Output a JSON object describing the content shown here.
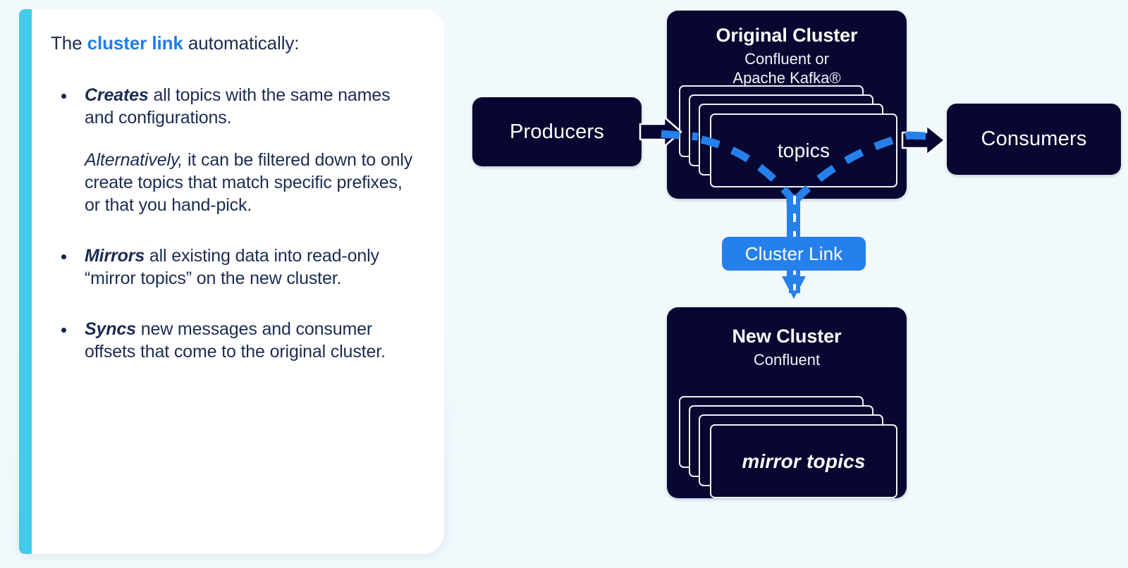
{
  "colors": {
    "background": "#f1f9fd",
    "card_background": "#ffffff",
    "accent_bar": "#44cbe9",
    "text_navy": "#1b2c52",
    "highlight_blue": "#1f7ced",
    "box_navy": "#070731",
    "link_blue": "#2680ec",
    "sheet_outline": "#f0f1f5"
  },
  "card": {
    "lede": {
      "before": "The ",
      "highlight": "cluster link",
      "after": " automatically:"
    },
    "bullets": [
      {
        "lead": "Creates",
        "body": " all topics with the same names and configurations.",
        "note_italic": "Alternatively,",
        "note_body": " it can be filtered down to only create topics that match specific prefixes, or that you hand-pick."
      },
      {
        "lead": "Mirrors",
        "body": " all existing data into read-only “mirror topics” on the new cluster."
      },
      {
        "lead": "Syncs",
        "body": " new messages and consumer offsets that come to the original cluster."
      }
    ]
  },
  "diagram": {
    "producers": {
      "label": "Producers"
    },
    "consumers": {
      "label": "Consumers"
    },
    "original_cluster": {
      "title": "Original Cluster",
      "subtitle_line1": "Confluent or",
      "subtitle_line2": "Apache Kafka®",
      "stack_label": "topics",
      "stack_count": 4
    },
    "new_cluster": {
      "title": "New Cluster",
      "subtitle_line1": "Confluent",
      "stack_label": "mirror topics",
      "stack_count": 4
    },
    "cluster_link": {
      "label": "Cluster Link"
    },
    "arrows": [
      {
        "name": "producers-to-original",
        "direction": "right",
        "style": "solid-navy"
      },
      {
        "name": "original-to-consumers",
        "direction": "right",
        "style": "solid-navy"
      },
      {
        "name": "original-to-new",
        "direction": "down",
        "style": "blue-dashed"
      },
      {
        "name": "data-flow-through-topics",
        "direction": "right",
        "style": "blue-dashed-v"
      }
    ]
  }
}
